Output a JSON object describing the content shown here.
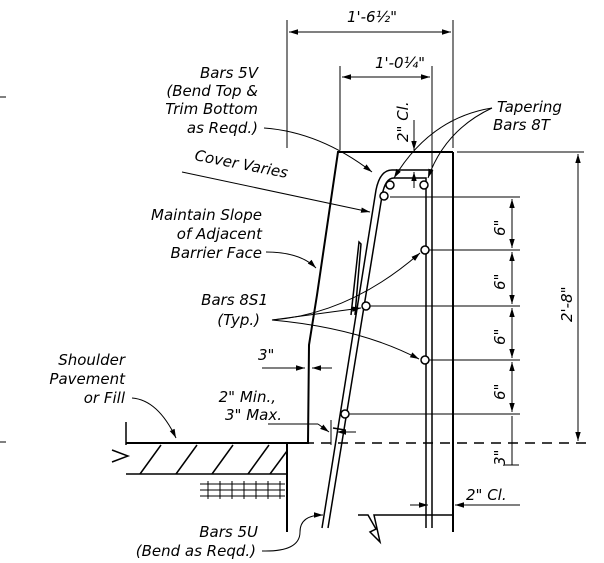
{
  "labels": {
    "top_dim": "1'-6½\"",
    "inner_dim": "1'-0¼\"",
    "top_clear": "2\" Cl.",
    "bars_5v": [
      "Bars 5V",
      "(Bend Top &",
      "Trim Bottom",
      "as Reqd.)"
    ],
    "tapering": [
      "Tapering",
      "Bars 8T"
    ],
    "cover": "Cover Varies",
    "maintain": [
      "Maintain Slope",
      "of Adjacent",
      "Barrier Face"
    ],
    "bars_8s1": [
      "Bars 8S1",
      "(Typ.)"
    ],
    "three_in": "3\"",
    "shoulder": [
      "Shoulder",
      "Pavement",
      "or Fill"
    ],
    "min_max": [
      "2\" Min.,",
      "3\" Max."
    ],
    "height": "2'-8\"",
    "spacing": [
      "6\"",
      "6\"",
      "6\"",
      "6\"",
      "3\""
    ],
    "bottom_clear": "2\" Cl.",
    "bars_5u": [
      "Bars 5U",
      "(Bend as Reqd.)"
    ]
  }
}
